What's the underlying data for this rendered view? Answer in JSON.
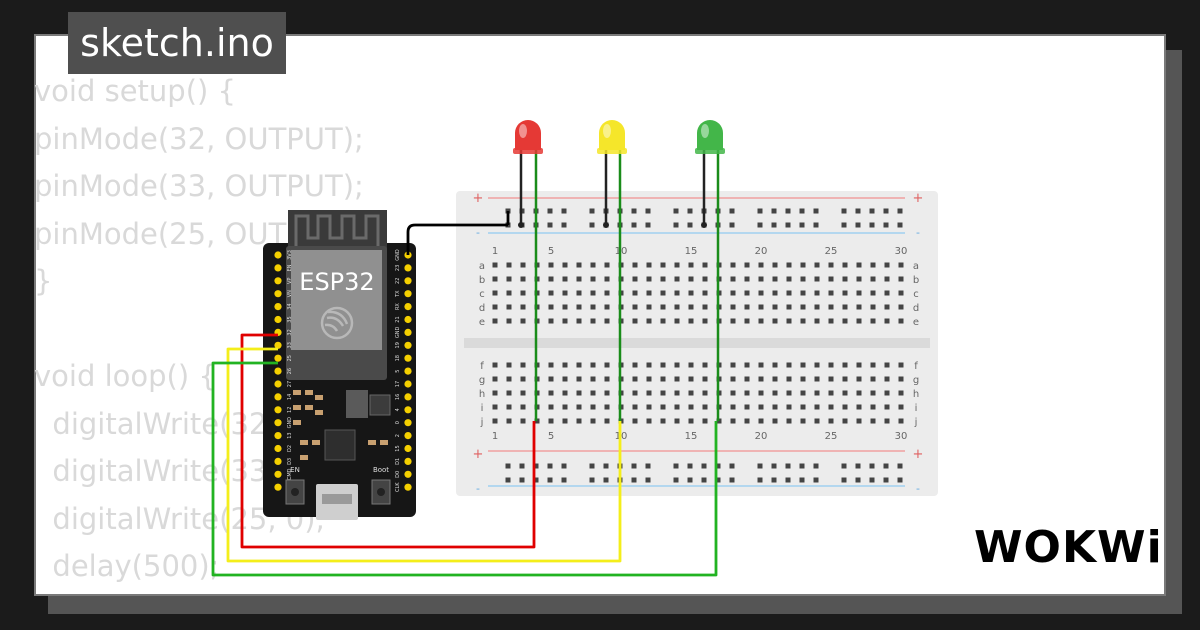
{
  "file_title": "sketch.ino",
  "code_lines": [
    "void setup() {",
    "pinMode(32, OUTPUT);",
    "pinMode(33, OUTPUT);",
    "pinMode(25, OUTPUT);",
    "}",
    "",
    "void loop() {",
    "  digitalWrite(32, 1);",
    "  digitalWrite(33, 0);",
    "  digitalWrite(25, 0);",
    "  delay(500);"
  ],
  "board": {
    "label": "ESP32",
    "en_label": "EN",
    "boot_label": "Boot",
    "left_pins": [
      "3V3",
      "EN",
      "VP",
      "VN",
      "34",
      "35",
      "32",
      "33",
      "25",
      "26",
      "27",
      "14",
      "12",
      "GND",
      "13",
      "D2",
      "D3",
      "CMD",
      "5V"
    ],
    "right_pins": [
      "GND",
      "23",
      "22",
      "TX",
      "RX",
      "21",
      "GND",
      "19",
      "18",
      "5",
      "17",
      "16",
      "4",
      "0",
      "2",
      "15",
      "D1",
      "D0",
      "CLK"
    ]
  },
  "breadboard": {
    "column_numbers": [
      "1",
      "5",
      "10",
      "15",
      "20",
      "25",
      "30"
    ],
    "rows_top": [
      "a",
      "b",
      "c",
      "d",
      "e"
    ],
    "rows_bottom": [
      "f",
      "g",
      "h",
      "i",
      "j"
    ],
    "plus_sign": "+",
    "minus_sign": "-"
  },
  "leds": [
    {
      "name": "red-led",
      "color": "#e53935"
    },
    {
      "name": "yellow-led",
      "color": "#f5e62a"
    },
    {
      "name": "green-led",
      "color": "#43b649"
    }
  ],
  "wire_colors": {
    "gnd": "#000000",
    "red": "#e00000",
    "yellow": "#f4ee1a",
    "green": "#22b322",
    "led_leg": "#1a8c1a"
  },
  "brand": "WOKWi"
}
